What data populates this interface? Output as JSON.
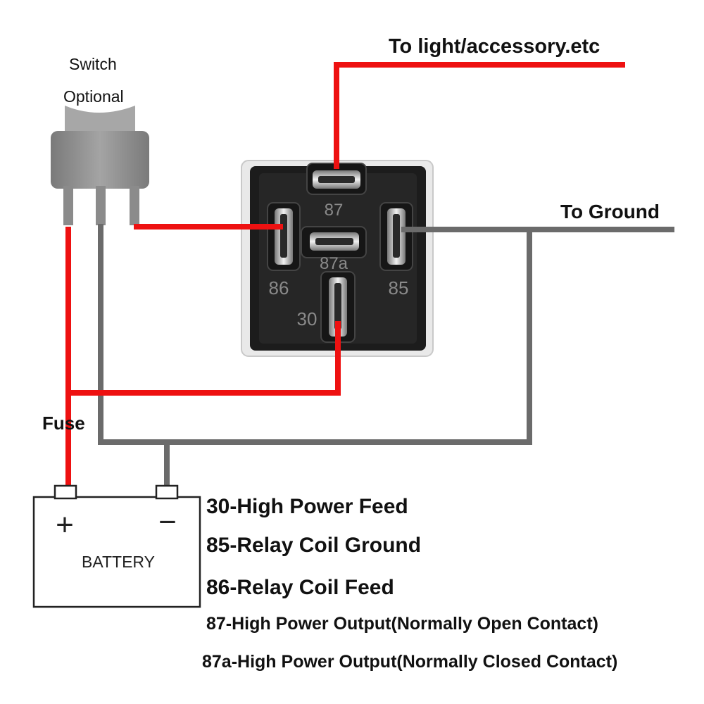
{
  "labels": {
    "switch": "Switch",
    "optional": "Optional",
    "to_light": "To light/accessory.etc",
    "to_ground": "To Ground",
    "fuse": "Fuse"
  },
  "relay": {
    "pin_87": "87",
    "pin_87a": "87a",
    "pin_86": "86",
    "pin_85": "85",
    "pin_30": "30"
  },
  "battery": {
    "plus": "+",
    "minus": "−",
    "label": "BATTERY"
  },
  "legend": [
    "30-High Power Feed",
    "85-Relay Coil Ground",
    "86-Relay Coil Feed",
    "87-High Power Output(Normally Open Contact)",
    "87a-High Power Output(Normally Closed Contact)"
  ],
  "colors": {
    "power_wire": "#ee1111",
    "ground_wire": "#6b6b6b",
    "relay_body": "#1d1d1d",
    "relay_housing": "#e6e6e6",
    "switch_body": "#8c8c8c"
  }
}
